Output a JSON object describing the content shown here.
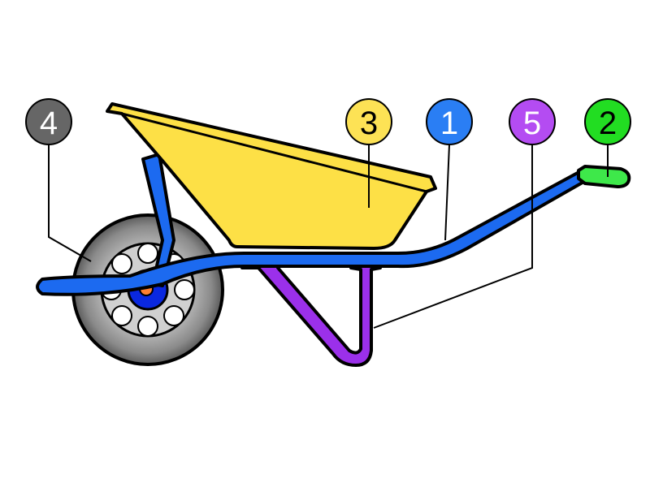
{
  "diagram": {
    "subject": "wheelbarrow",
    "callouts": [
      {
        "id": "1",
        "label": "1",
        "part": "frame",
        "color": "#2a7ef4",
        "text_color": "#ffffff"
      },
      {
        "id": "2",
        "label": "2",
        "part": "handle-grip",
        "color": "#22dd22",
        "text_color": "#000000"
      },
      {
        "id": "3",
        "label": "3",
        "part": "tray",
        "color": "#fde255",
        "text_color": "#000000"
      },
      {
        "id": "4",
        "label": "4",
        "part": "wheel",
        "color": "#666666",
        "text_color": "#ffffff"
      },
      {
        "id": "5",
        "label": "5",
        "part": "leg",
        "color": "#b44cf2",
        "text_color": "#ffffff"
      }
    ],
    "colors": {
      "frame": "#1c6af0",
      "tray": "#fde046",
      "grip": "#3ee84a",
      "leg": "#9b30ea",
      "tire": "#888888",
      "rim": "#c8c8c8",
      "hub": "#0a28e0",
      "axle": "#ff8030",
      "outline": "#000000"
    }
  }
}
